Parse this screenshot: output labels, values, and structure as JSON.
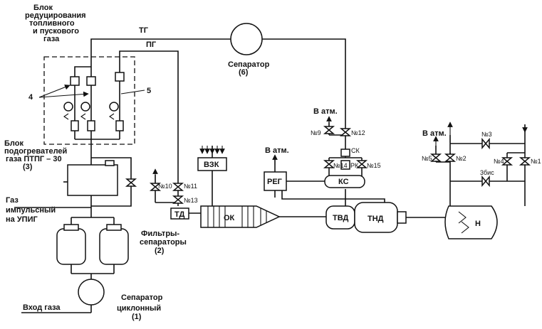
{
  "labels": {
    "block_reduction": [
      "Блок",
      "редуцирования",
      "топливного",
      "и пускового",
      "газа"
    ],
    "tg": "ТГ",
    "pg": "ПГ",
    "separator6": [
      "Сепаратор",
      "(6)"
    ],
    "num4": "4",
    "num5": "5",
    "heaters_block": [
      "Блок",
      "подогревателей",
      "газа ПТПГ – 30",
      "(3)"
    ],
    "impulse_gas": [
      "Газ",
      "импульсный",
      "на УПИГ"
    ],
    "filters": [
      "Фильтры-",
      "сепараторы",
      "(2)"
    ],
    "cyclone_sep": [
      "Сепаратор",
      "циклонный",
      "(1)"
    ],
    "gas_inlet": "Вход газа",
    "to_atm": "В атм.",
    "vzk": "ВЗК",
    "ok": "ОК",
    "td": "ТД",
    "reg": "РЕГ",
    "ks": "КС",
    "tvd": "ТВД",
    "tnd": "ТНД",
    "n": "Н",
    "sk": "СК",
    "rk": "РК",
    "v10": "№10",
    "v11": "№11",
    "v13": "№13",
    "v9": "№9",
    "v12": "№12",
    "v14": "№14",
    "v15": "№15",
    "v5": "№5",
    "v2": "№2",
    "v3": "№3",
    "v4": "№4",
    "v1": "№1",
    "v3bis": "3бис"
  }
}
